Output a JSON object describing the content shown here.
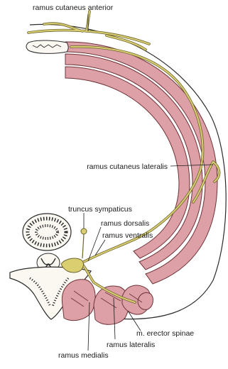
{
  "figure": {
    "colors": {
      "background": "#ffffff",
      "muscle_fill": "#dca0a6",
      "muscle_stroke": "#6e3338",
      "nerve": "#d9cf70",
      "nerve_outline": "#6d6430",
      "bone_fill": "#fbf8f1",
      "bone_stroke": "#2b2b2b",
      "leader_line": "#1a1a1a"
    },
    "labels": {
      "cutaneous_anterior": "ramus cutaneus anterior",
      "cutaneous_lateral": "ramus cutaneus lateralis",
      "sympathetic_trunk": "truncus sympaticus",
      "dorsal_ramus": "ramus dorsalis",
      "ventral_ramus": "ramus ventralis",
      "erector_spinae": "m. erector spinae",
      "lateral_ramus": "ramus lateralis",
      "medial_ramus": "ramus medialis"
    }
  }
}
